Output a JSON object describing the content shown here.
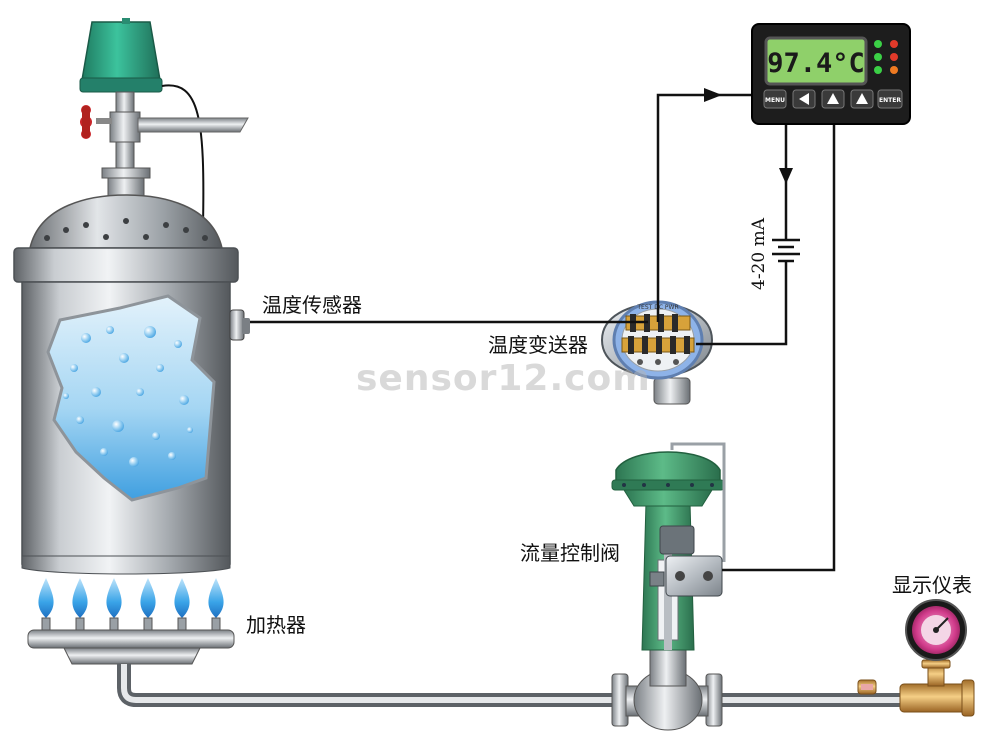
{
  "labels": {
    "sensor": "温度传感器",
    "transmitter": "温度变送器",
    "heater": "加热器",
    "valve": "流量控制阀",
    "display_meter": "显示仪表",
    "current_loop": "4-20 mA"
  },
  "controller": {
    "reading": "97.4°C",
    "buttons": [
      "MENU",
      "◀",
      "▲",
      "▲",
      "ENTER"
    ]
  },
  "transmitter_terminal": "TEST DC PWR",
  "watermark": "sensor12.com",
  "colors": {
    "wire": "#111111",
    "lcd_green": "#8fd06a",
    "actuator_green": "#2e9a7c",
    "valve_green": "#3c9a6c",
    "flame_blue": "#3aa4e8",
    "led_red": "#e23a2a",
    "led_green": "#3bd046",
    "gauge_pink": "#d23c8c"
  }
}
